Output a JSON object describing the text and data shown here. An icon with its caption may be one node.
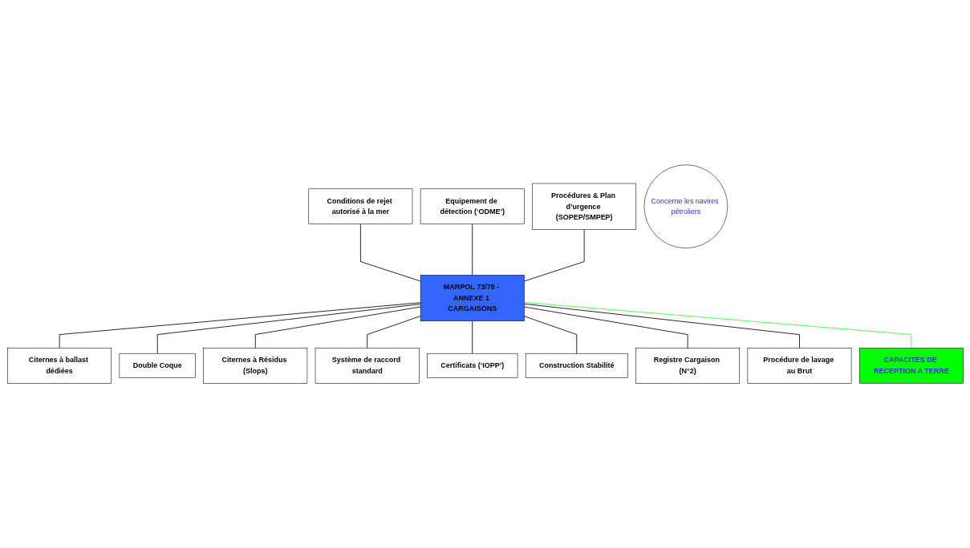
{
  "diagram": {
    "nodes": [
      {
        "text": [
          "MARPOL 73/78 - ANNEXE 1 CARGAISONS"
        ]
      },
      {
        "text": [
          "Conditions de rejet autorisé à la mer"
        ]
      },
      {
        "text": [
          "Equipement de détection (‘ODME’)"
        ]
      },
      {
        "text": [
          "Procédures & Plan d’urgence (SOPEP/SMPEP)"
        ]
      },
      {
        "text": [
          "Concerne les navires pétroliers"
        ]
      },
      {
        "text": [
          "Citernes à ballast dédiées"
        ]
      },
      {
        "text": [
          "Certificats (‘IOPP’)"
        ]
      },
      {
        "text": [
          "Double Coque"
        ]
      },
      {
        "text": [
          "Construction Stabilité"
        ]
      },
      {
        "text": [
          "Système de raccord standard"
        ]
      },
      {
        "text": [
          "Citernes à Résidus (Slops)"
        ]
      },
      {
        "text": [
          "Registre Cargaison (N°2)"
        ]
      },
      {
        "text": [
          "Procédure de lavage au Brut"
        ]
      },
      {
        "text": [
          "CAPACITES DE RECEPTION A TERRE"
        ]
      }
    ],
    "edges": [
      {
        "from": 1,
        "to": 0,
        "arrow": "none"
      },
      {
        "from": 2,
        "to": 0,
        "arrow": "none"
      },
      {
        "from": 3,
        "to": 0,
        "arrow": "none"
      },
      {
        "from": 0,
        "to": 5,
        "arrow": "none"
      },
      {
        "from": 0,
        "to": 7,
        "arrow": "none"
      },
      {
        "from": 0,
        "to": 10,
        "arrow": "none"
      },
      {
        "from": 0,
        "to": 9,
        "arrow": "none"
      },
      {
        "from": 0,
        "to": 6,
        "arrow": "none"
      },
      {
        "from": 0,
        "to": 8,
        "arrow": "none"
      },
      {
        "from": 0,
        "to": 11,
        "arrow": "none"
      },
      {
        "from": 0,
        "to": 12,
        "arrow": "none"
      },
      {
        "from": 0,
        "to": 13,
        "arrow": "none",
        "color": "#33ff33"
      }
    ]
  }
}
